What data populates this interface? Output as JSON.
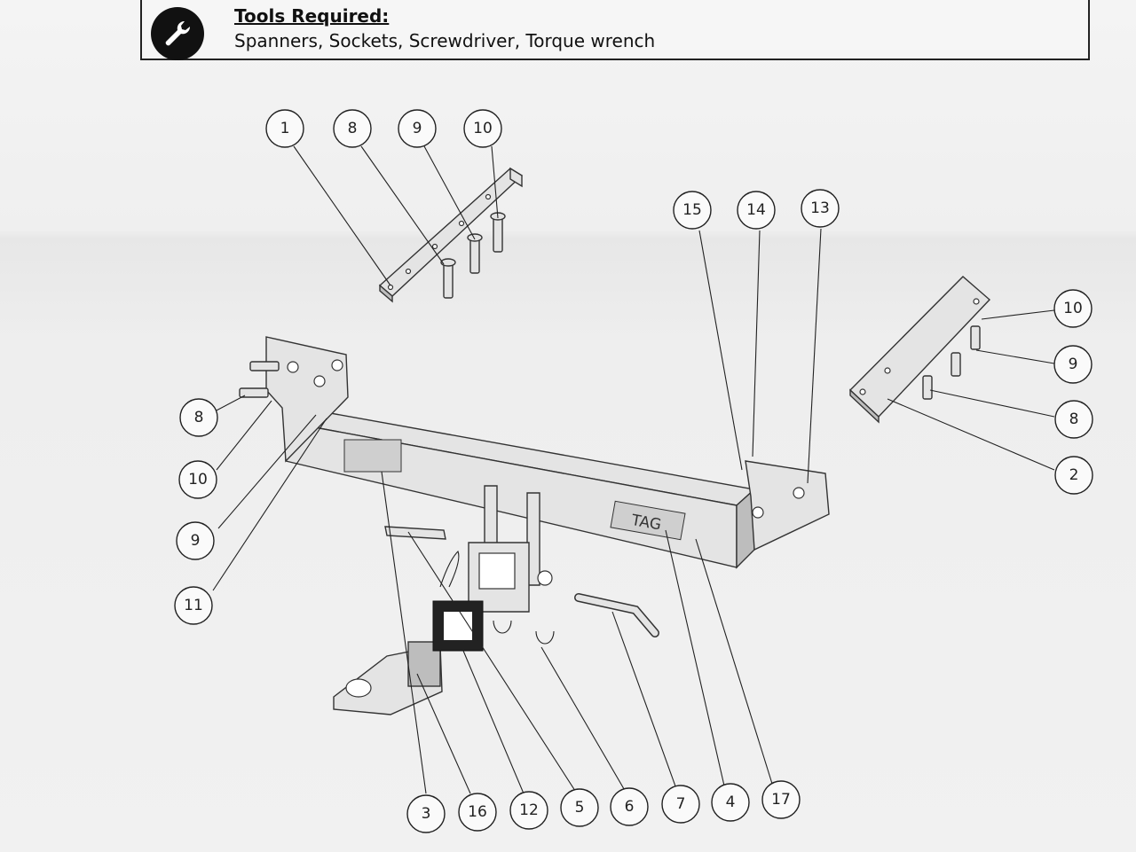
{
  "header": {
    "title": "Tools Required:",
    "tools": "Spanners, Sockets, Screwdriver, Torque wrench",
    "icon": "wrench-icon"
  },
  "diagram": {
    "brand_label": "TAG",
    "callouts": {
      "c1": "1",
      "c8a": "8",
      "c9a": "9",
      "c10a": "10",
      "c15": "15",
      "c14": "14",
      "c13": "13",
      "c10b": "10",
      "c9b": "9",
      "c8b": "8",
      "c2": "2",
      "c8c": "8",
      "c10c": "10",
      "c9c": "9",
      "c11": "11",
      "c3": "3",
      "c16": "16",
      "c12": "12",
      "c5": "5",
      "c6": "6",
      "c7": "7",
      "c4": "4",
      "c17": "17"
    }
  }
}
